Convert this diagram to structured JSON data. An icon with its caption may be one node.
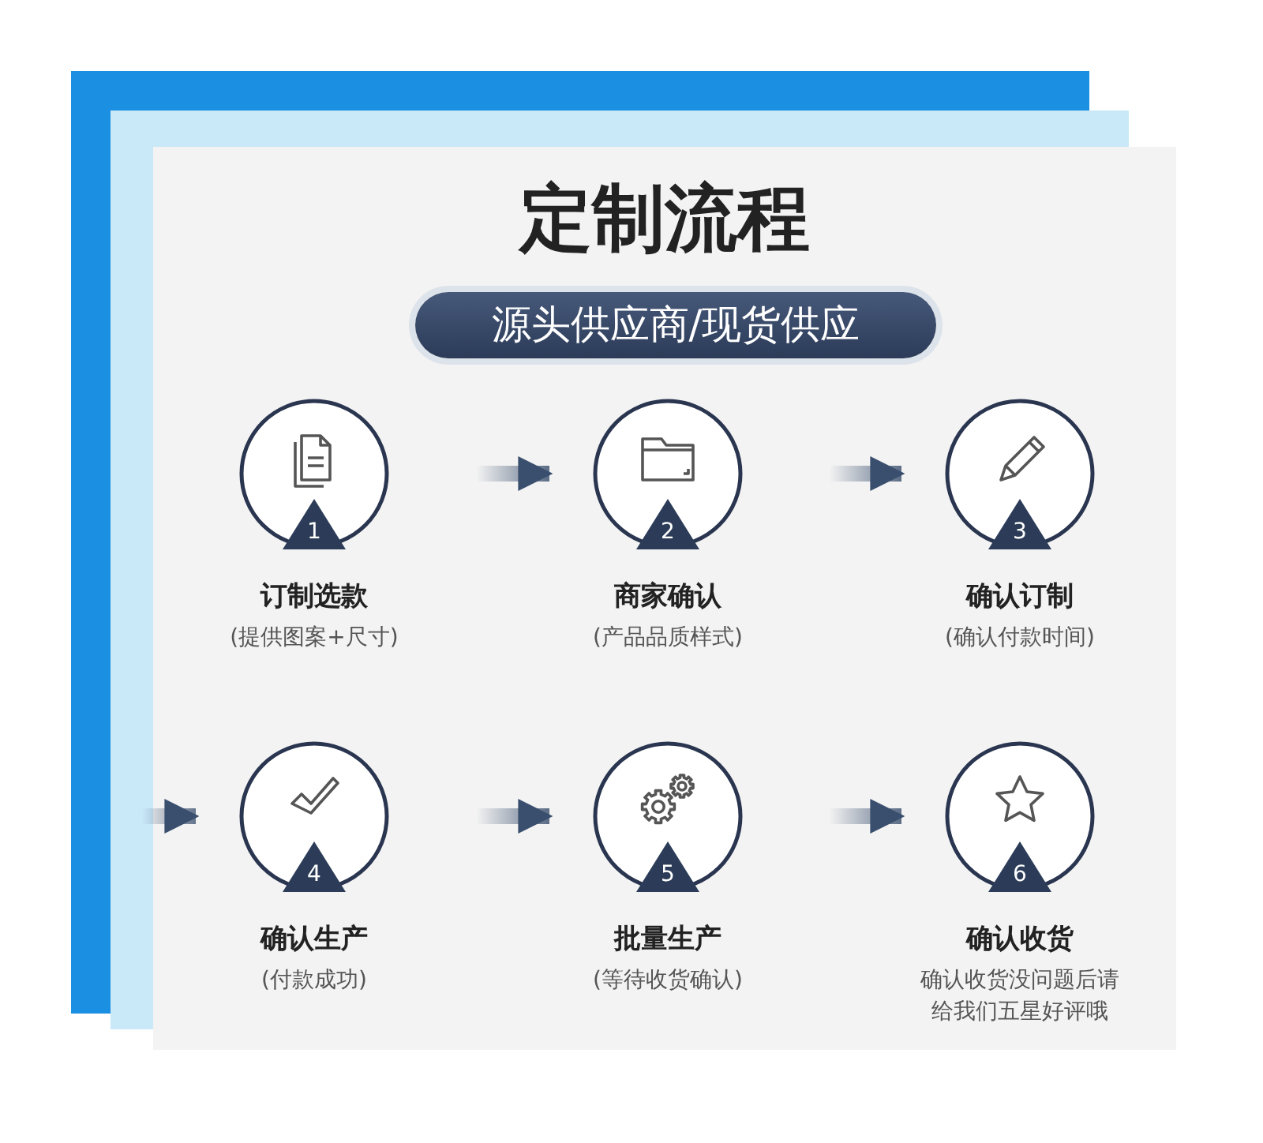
{
  "diagram": {
    "title": "定制流程",
    "nodes": [
      {
        "text": [
          "1",
          "订制选款",
          "(提供图案+尺寸)"
        ]
      },
      {
        "text": [
          "2",
          "商家确认",
          "(产品品质样式)"
        ]
      },
      {
        "text": [
          "3",
          "确认订制",
          "(确认付款时间)"
        ]
      },
      {
        "text": [
          "4",
          "确认生产",
          "(付款成功)"
        ]
      },
      {
        "text": [
          "5",
          "批量生产",
          "(等待收货确认)"
        ]
      },
      {
        "text": [
          "6",
          "确认收货",
          "确认收货没问题后请给我们五星好评哦"
        ]
      }
    ],
    "edges": [
      {
        "from": 0,
        "to": 1,
        "arrow": "to"
      },
      {
        "from": 1,
        "to": 2,
        "arrow": "to"
      },
      {
        "from": null,
        "to": 3,
        "arrow": "to"
      },
      {
        "from": 3,
        "to": 4,
        "arrow": "to"
      },
      {
        "from": 4,
        "to": 5,
        "arrow": "to"
      }
    ],
    "labels": [
      "源头供应商/现货供应"
    ]
  }
}
